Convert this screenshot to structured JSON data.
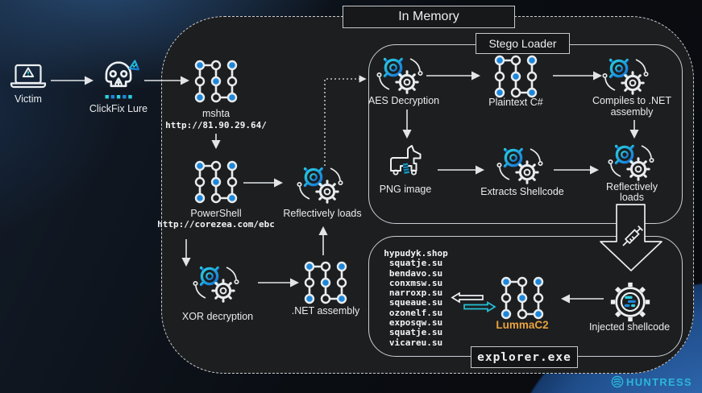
{
  "diagram": {
    "in_memory": "In Memory",
    "stego_loader": "Stego Loader",
    "explorer_exe": "explorer.exe"
  },
  "intro": {
    "victim": "Victim",
    "clickfix": "ClickFix Lure"
  },
  "chain": {
    "mshta": "mshta",
    "mshta_url": "http://81.90.29.64/",
    "powershell": "PowerShell",
    "powershell_url": "http://corezea.com/ebc",
    "reflectively_loads": "Reflectively loads",
    "xor": "XOR decryption",
    "net_assembly": ".NET assembly"
  },
  "stego": {
    "aes": "AES Decryption",
    "plaintext": "Plaintext C#",
    "compiles_line1": "Compiles to .NET",
    "compiles_line2": "assembly",
    "png": "PNG image",
    "extracts": "Extracts Shellcode",
    "reflect_line1": "Reflectively",
    "reflect_line2": "loads"
  },
  "payload": {
    "domains": [
      "hypudyk.shop",
      "squatje.su",
      "bendavo.su",
      "conxmsw.su",
      "narroxp.su",
      "squeaue.su",
      "ozonelf.su",
      "exposqw.su",
      "squatje.su",
      "vicareu.su"
    ],
    "lumma": "LummaC2",
    "injected": "Injected shellcode"
  },
  "branding": {
    "huntress": "HUNTRESS"
  },
  "colors": {
    "accent_blue": "#1d86d9",
    "accent_teal": "#2ad0e0",
    "lumma_orange": "#e8a33c",
    "huntress_teal": "#2bb6d9",
    "panel_fill": "#1d1e20",
    "line_gray": "#c9ced3"
  }
}
